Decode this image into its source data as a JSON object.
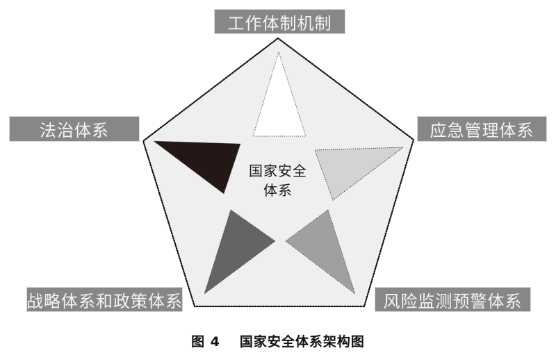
{
  "diagram": {
    "center": {
      "line1": "国家安全",
      "line2": "体系"
    },
    "nodes": [
      {
        "id": "top",
        "label": "工作体制机制",
        "triangle_fill": "#ffffff"
      },
      {
        "id": "right",
        "label": "应急管理体系",
        "triangle_fill": "#d3d3d3"
      },
      {
        "id": "bottom-right",
        "label": "风险监测预警体系",
        "triangle_fill": "#a0a0a0"
      },
      {
        "id": "bottom-left",
        "label": "战略体系和政策体系",
        "triangle_fill": "#646464"
      },
      {
        "id": "left",
        "label": "法治体系",
        "triangle_fill": "#231815"
      }
    ],
    "colors": {
      "pentagon_fill": "#efefef",
      "pentagon_border": "#111111",
      "label_bg": "#878787",
      "label_text": "#f4f4f4"
    }
  },
  "caption": {
    "figure_number": "图 4",
    "title": "国家安全体系架构图"
  }
}
